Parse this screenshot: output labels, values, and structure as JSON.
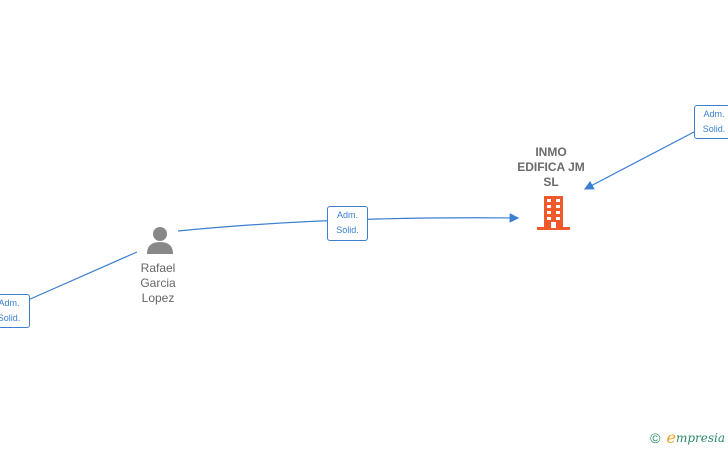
{
  "nodes": {
    "person": {
      "name_lines": [
        "Rafael",
        "Garcia",
        "Lopez"
      ]
    },
    "company": {
      "name_lines": [
        "INMO",
        "EDIFICA JM",
        "SL"
      ],
      "icon_color": "#f05a2a"
    }
  },
  "edges": [
    {
      "label_lines": [
        "Adm.",
        "Solid."
      ]
    },
    {
      "label_lines": [
        "Adm.",
        "Solid."
      ]
    },
    {
      "label_lines": [
        "Adm.",
        "Solid."
      ]
    }
  ],
  "colors": {
    "edge": "#3b7fd1",
    "person_icon": "#888888"
  },
  "footer": {
    "copyright": "©",
    "brand_initial": "e",
    "brand_rest": "mpresia"
  }
}
